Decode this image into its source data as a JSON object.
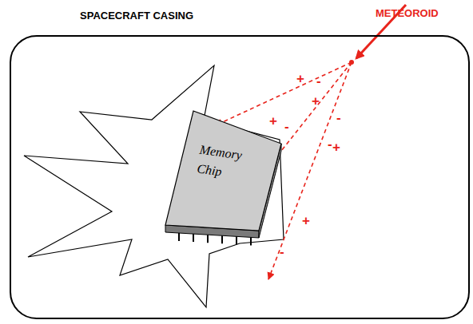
{
  "diagram": {
    "nodes": [
      {
        "text": [
          "SPACECRAFT CASING"
        ]
      },
      {
        "text": [
          "Memory Chip"
        ],
        "in": 0
      }
    ],
    "labels": [
      "METEOROID",
      "+",
      "-",
      "+",
      "+",
      "-",
      "-",
      "-",
      "+",
      "+",
      "-"
    ]
  }
}
